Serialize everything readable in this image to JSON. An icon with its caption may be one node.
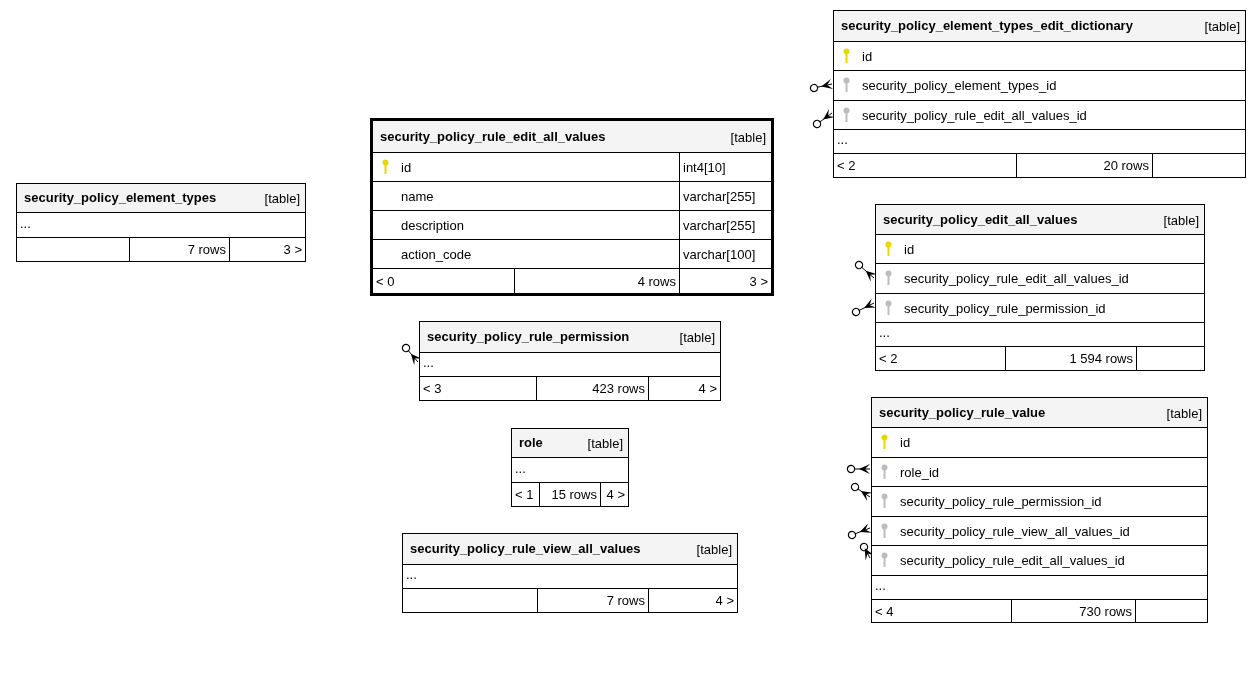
{
  "diagram": {
    "nodes": [
      {
        "text": [
          "security_policy_element_types",
          "[table]",
          "...",
          "7 rows",
          "3 >"
        ]
      },
      {
        "text": [
          "security_policy_rule_edit_all_values",
          "[table]",
          "id",
          "int4[10]",
          "name",
          "varchar[255]",
          "description",
          "varchar[255]",
          "action_code",
          "varchar[100]",
          "< 0",
          "4 rows",
          "3 >"
        ]
      },
      {
        "text": [
          "security_policy_rule_permission",
          "[table]",
          "...",
          "< 3",
          "423 rows",
          "4 >"
        ]
      },
      {
        "text": [
          "role",
          "[table]",
          "...",
          "< 1",
          "15 rows",
          "4 >"
        ]
      },
      {
        "text": [
          "security_policy_rule_view_all_values",
          "[table]",
          "...",
          "7 rows",
          "4 >"
        ]
      },
      {
        "text": [
          "security_policy_element_types_edit_dictionary",
          "[table]",
          "id",
          "security_policy_element_types_id",
          "security_policy_rule_edit_all_values_id",
          "...",
          "< 2",
          "20 rows"
        ]
      },
      {
        "text": [
          "security_policy_edit_all_values",
          "[table]",
          "id",
          "security_policy_rule_edit_all_values_id",
          "security_policy_rule_permission_id",
          "...",
          "< 2",
          "1 594 rows"
        ]
      },
      {
        "text": [
          "security_policy_rule_value",
          "[table]",
          "id",
          "role_id",
          "security_policy_rule_permission_id",
          "security_policy_rule_view_all_values_id",
          "security_policy_rule_edit_all_values_id",
          "...",
          "< 4",
          "730 rows"
        ]
      }
    ],
    "edges": [
      {
        "from": null,
        "to": 5,
        "arrow": "other"
      },
      {
        "from": null,
        "to": 5,
        "arrow": "other"
      },
      {
        "from": null,
        "to": 6,
        "arrow": "other"
      },
      {
        "from": null,
        "to": 6,
        "arrow": "other"
      },
      {
        "from": null,
        "to": 7,
        "arrow": "other"
      },
      {
        "from": null,
        "to": 7,
        "arrow": "other"
      },
      {
        "from": null,
        "to": 7,
        "arrow": "other"
      },
      {
        "from": null,
        "to": 7,
        "arrow": "other"
      },
      {
        "from": null,
        "to": 2,
        "arrow": "other"
      }
    ]
  }
}
